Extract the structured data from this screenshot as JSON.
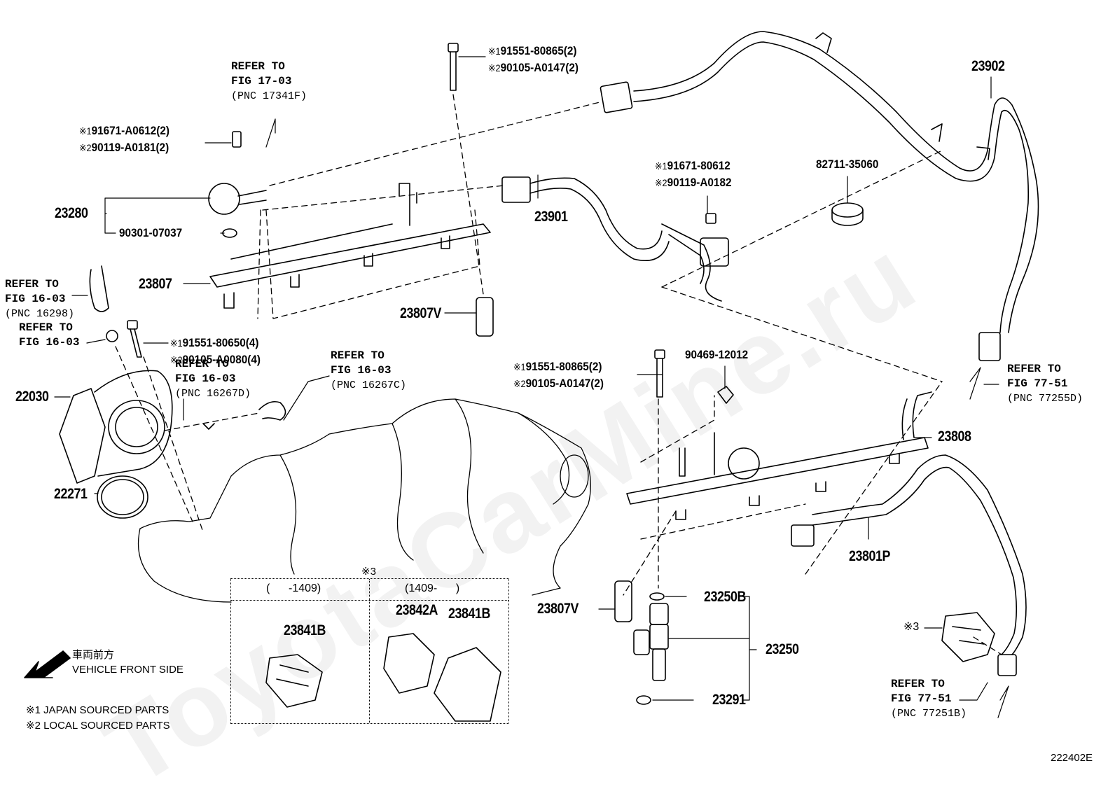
{
  "watermark": "ToyotaCarMine.ru",
  "figure_id": "222402E",
  "orientation": {
    "jp": "車両前方",
    "en": "VEHICLE FRONT SIDE",
    "icon": "arrow-down-left-icon"
  },
  "legend": {
    "note1": "※1 JAPAN SOURCED PARTS",
    "note2": "※2 LOCAL SOURCED PARTS"
  },
  "parts": {
    "p23280": "23280",
    "p90301": "90301-07037",
    "p23807": "23807",
    "p23807v_top": "23807V",
    "p22030": "22030",
    "p22271": "22271",
    "p23901": "23901",
    "p23902": "23902",
    "p82711": "82711-35060",
    "p90469": "90469-12012",
    "p23808": "23808",
    "p23801p": "23801P",
    "p23807v_bot": "23807V",
    "p23250b": "23250B",
    "p23250": "23250",
    "p23291": "23291",
    "p_mark3": "※3"
  },
  "bolts": {
    "b1": {
      "l1_mark": "※1",
      "l1": "91671-A0612(2)",
      "l2_mark": "※2",
      "l2": "90119-A0181(2)"
    },
    "b2": {
      "l1_mark": "※1",
      "l1": "91551-80865(2)",
      "l2_mark": "※2",
      "l2": "90105-A0147(2)"
    },
    "b3": {
      "l1_mark": "※1",
      "l1": "91671-80612",
      "l2_mark": "※2",
      "l2": "90119-A0182"
    },
    "b4": {
      "l1_mark": "※1",
      "l1": "91551-80650(4)",
      "l2_mark": "※2",
      "l2": "90105-A0080(4)"
    },
    "b5": {
      "l1_mark": "※1",
      "l1": "91551-80865(2)",
      "l2_mark": "※2",
      "l2": "90105-A0147(2)"
    }
  },
  "refs": {
    "r1": {
      "l1": "REFER TO",
      "l2": "FIG 17-03",
      "l3": "(PNC 17341F)"
    },
    "r2": {
      "l1": "REFER TO",
      "l2": "FIG 16-03",
      "l3": "(PNC 16298)"
    },
    "r3": {
      "l1": "REFER TO",
      "l2": "FIG 16-03"
    },
    "r4": {
      "l1": "REFER TO",
      "l2": "FIG 16-03",
      "l3": "(PNC 16267D)"
    },
    "r5": {
      "l1": "REFER TO",
      "l2": "FIG 16-03",
      "l3": "(PNC 16267C)"
    },
    "r6": {
      "l1": "REFER TO",
      "l2": "FIG 77-51",
      "l3": "(PNC 77255D)"
    },
    "r7": {
      "l1": "REFER TO",
      "l2": "FIG 77-51",
      "l3": "(PNC 77251B)"
    }
  },
  "inset": {
    "title": "※3",
    "col1_header": "(      -1409)",
    "col2_header": "(1409-      )",
    "col1_part": "23841B",
    "col2_part_a": "23842A",
    "col2_part_b": "23841B"
  }
}
